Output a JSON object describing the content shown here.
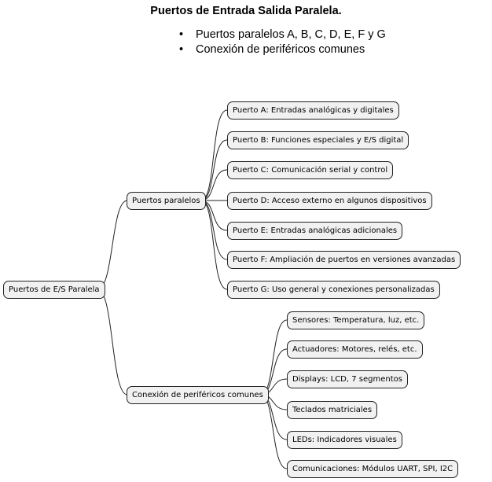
{
  "header": {
    "title": "Puertos de Entrada Salida Paralela.",
    "bullets": [
      "Puertos paralelos A, B, C, D, E, F y G",
      "Conexión de periféricos comunes"
    ],
    "bullet_glyph": "•"
  },
  "mindmap": {
    "root": "Puertos de E/S Paralela",
    "branches": [
      {
        "label": "Puertos paralelos",
        "children": [
          "Puerto A: Entradas analógicas y digitales",
          "Puerto B: Funciones especiales y E/S digital",
          "Puerto C: Comunicación serial y control",
          "Puerto D: Acceso externo en algunos dispositivos",
          "Puerto E: Entradas analógicas adicionales",
          "Puerto F: Ampliación de puertos en versiones avanzadas",
          "Puerto G: Uso general y conexiones personalizadas"
        ]
      },
      {
        "label": "Conexión de periféricos comunes",
        "children": [
          "Sensores: Temperatura, luz, etc.",
          "Actuadores: Motores, relés, etc.",
          "Displays: LCD, 7 segmentos",
          "Teclados matriciales",
          "LEDs: Indicadores visuales",
          "Comunicaciones: Módulos UART, SPI, I2C"
        ]
      }
    ]
  },
  "colors": {
    "node_fill": "#f1f1f1",
    "node_border": "#222222",
    "line": "#222222"
  }
}
